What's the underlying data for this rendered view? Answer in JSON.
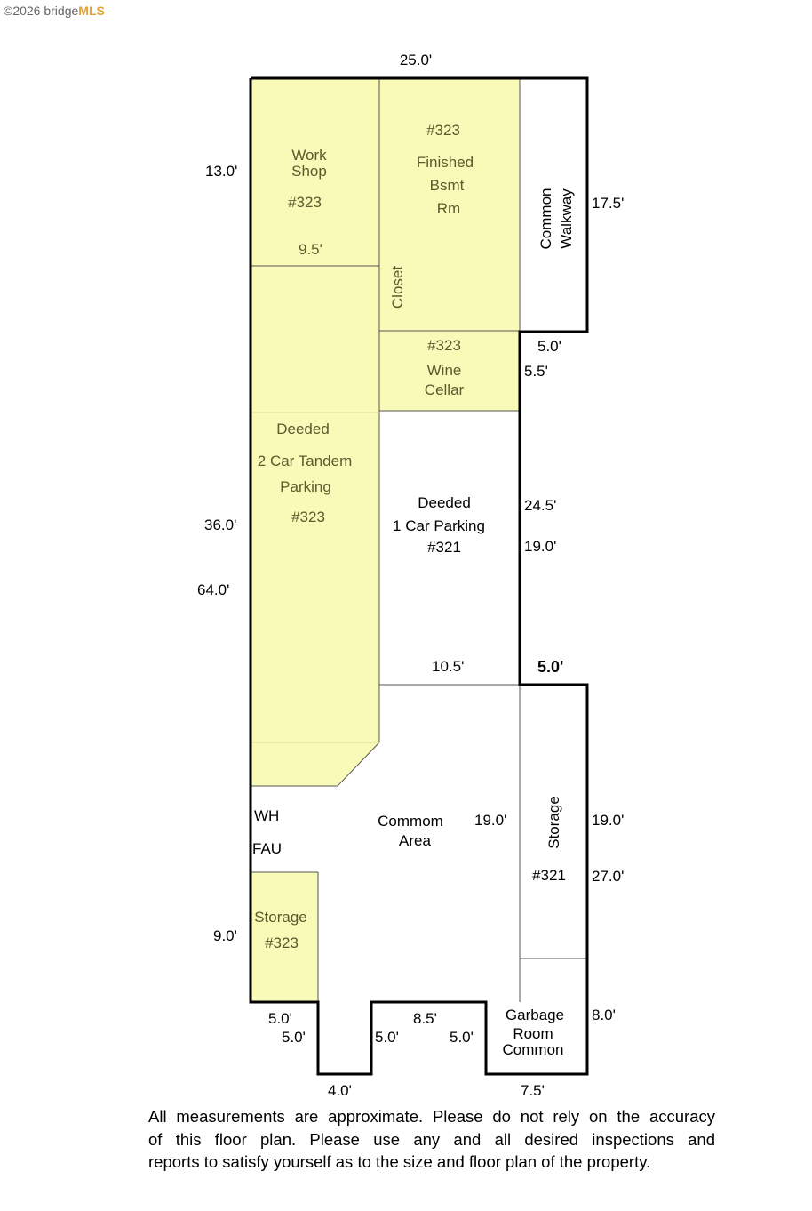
{
  "watermark": {
    "copyright": "©2026 bridge",
    "brand": "MLS"
  },
  "rooms": {
    "workshop": [
      "Work",
      "Shop",
      "#323"
    ],
    "finished_bsmt": [
      "#323",
      "Finished",
      "Bsmt",
      "Rm"
    ],
    "closet": "Closet",
    "common_walkway": [
      "Common",
      "Walkway"
    ],
    "wine_cellar": [
      "#323",
      "Wine",
      "Cellar"
    ],
    "tandem_parking": [
      "Deeded",
      "2 Car Tandem",
      "Parking",
      "#323"
    ],
    "one_car_parking": [
      "Deeded",
      "1 Car Parking",
      "#321"
    ],
    "wh": "WH",
    "fau": "FAU",
    "common_area": [
      "Commom",
      "Area"
    ],
    "storage_321": [
      "Storage",
      "#321"
    ],
    "storage_323": [
      "Storage",
      "#323"
    ],
    "garbage_room": [
      "Garbage",
      "Room",
      "Common"
    ]
  },
  "dimensions": {
    "top_width": "25.0'",
    "workshop_height": "13.0'",
    "workshop_width": "9.5'",
    "walkway_height": "17.5'",
    "walkway_bottom": "5.0'",
    "wine_cellar_height": "5.5'",
    "tandem_height": "36.0'",
    "overall_height": "64.0'",
    "right_mid_a": "24.5'",
    "right_mid_b": "19.0'",
    "one_car_width": "10.5'",
    "storage_step": "5.0'",
    "common_area_height": "19.0'",
    "storage_right_a": "19.0'",
    "storage_right_b": "27.0'",
    "storage_323_height": "9.0'",
    "bottom_5a": "5.0'",
    "bottom_5b": "5.0'",
    "bottom_5c": "5.0'",
    "bottom_5d": "5.0'",
    "bottom_85": "8.5'",
    "bottom_40": "4.0'",
    "garbage_height": "8.0'",
    "garbage_width": "7.5'"
  },
  "disclaimer": [
    "All measurements are approximate. Please do not rely on the accuracy",
    "of this floor plan. Please use any and all desired inspections and",
    "reports to satisfy yourself as to the size and floor plan of the property."
  ]
}
